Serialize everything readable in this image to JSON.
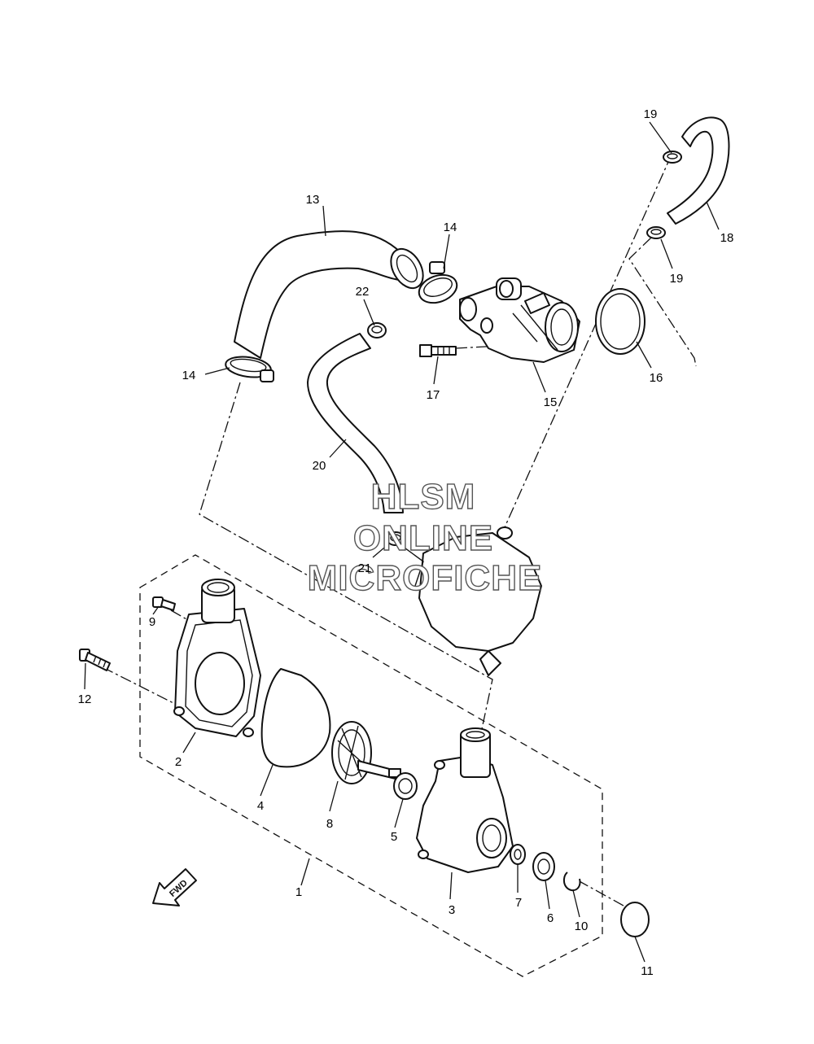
{
  "labels": {
    "p1": "1",
    "p2": "2",
    "p3": "3",
    "p4": "4",
    "p5": "5",
    "p6": "6",
    "p7": "7",
    "p8": "8",
    "p9": "9",
    "p10": "10",
    "p11": "11",
    "p12": "12",
    "p13": "13",
    "p14a": "14",
    "p14b": "14",
    "p15": "15",
    "p16": "16",
    "p17": "17",
    "p18": "18",
    "p19a": "19",
    "p19b": "19",
    "p20": "20",
    "p21": "21",
    "p22": "22"
  },
  "watermark": {
    "line1": "HLSM",
    "line2": "ONLINE",
    "line3": "MICROFICHE"
  },
  "fwd_badge": "FWD",
  "icons": [
    "fwd-arrow-icon"
  ]
}
